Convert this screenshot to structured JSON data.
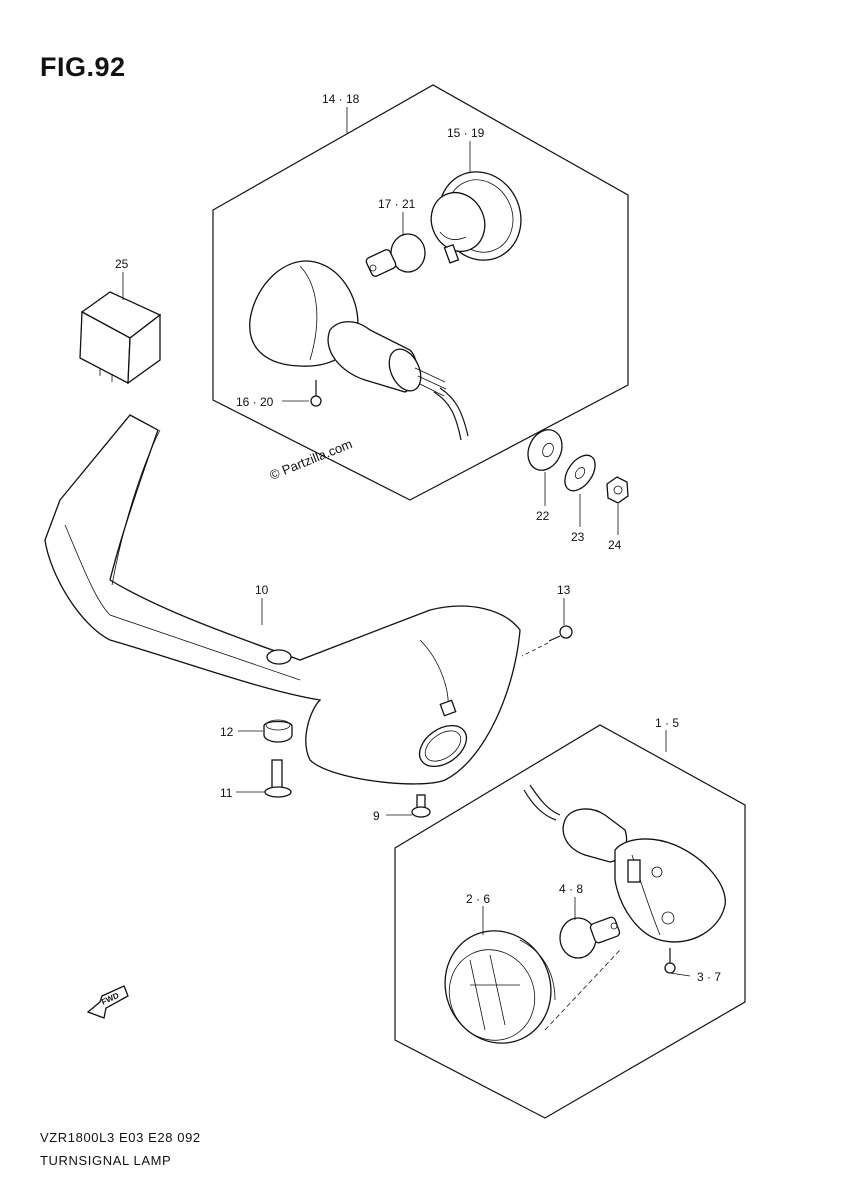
{
  "figure": {
    "title": "FIG.92",
    "model_code": "VZR1800L3  E03  E28  092",
    "section_name": "TURNSIGNAL LAMP",
    "watermark": "© Partzilla.com",
    "direction_marker": "FWD"
  },
  "callouts": {
    "p14_18": "14 · 18",
    "p15_19": "15 · 19",
    "p17_21": "17 · 21",
    "p16_20": "16 · 20",
    "p25": "25",
    "p22": "22",
    "p23": "23",
    "p24": "24",
    "p10": "10",
    "p13": "13",
    "p12": "12",
    "p11": "11",
    "p9": "9",
    "p1_5": "1 · 5",
    "p2_6": "2 · 6",
    "p4_8": "4 · 8",
    "p3_7": "3 · 7"
  }
}
